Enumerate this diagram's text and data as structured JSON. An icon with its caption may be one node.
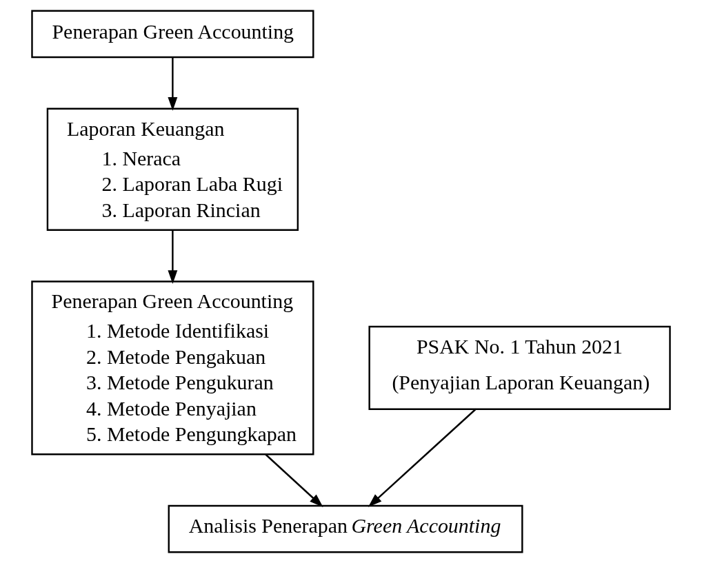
{
  "diagram": {
    "nodes": [
      {
        "text": [
          "Penerapan Green Accounting"
        ]
      },
      {
        "text": [
          "Laporan Keuangan",
          "1. Neraca",
          "2. Laporan Laba Rugi",
          "3. Laporan Rincian"
        ]
      },
      {
        "text": [
          "Penerapan Green Accounting",
          "1. Metode Identifikasi",
          "2. Metode Pengakuan",
          "3. Metode Pengukuran",
          "4. Metode Penyajian",
          "5. Metode Pengungkapan"
        ]
      },
      {
        "text": [
          "PSAK No. 1 Tahun 2021",
          "(Penyajian Laporan Keuangan)"
        ]
      },
      {
        "text": [
          "Analisis Penerapan *Green Accounting*"
        ]
      }
    ],
    "edges": [
      {
        "from": 0,
        "to": 1,
        "arrow": "to"
      },
      {
        "from": 1,
        "to": 2,
        "arrow": "to"
      },
      {
        "from": 2,
        "to": 4,
        "arrow": "to"
      },
      {
        "from": 3,
        "to": 4,
        "arrow": "to"
      }
    ]
  }
}
